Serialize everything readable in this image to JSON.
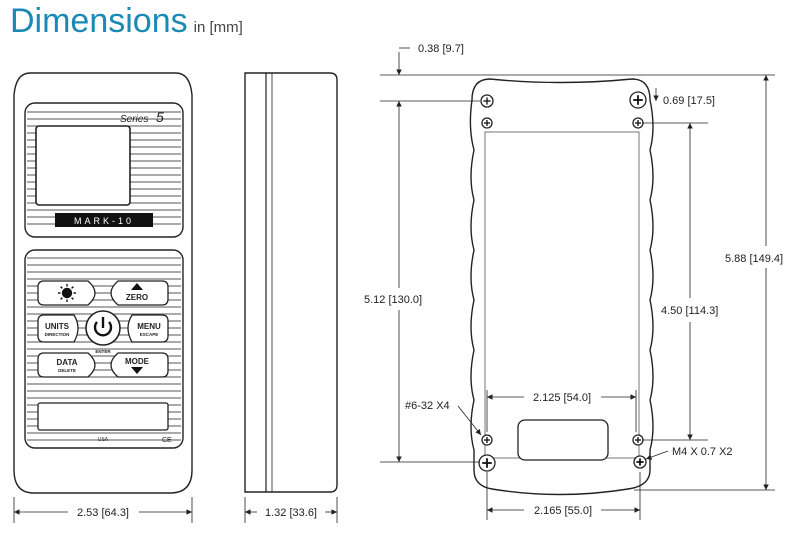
{
  "title": {
    "main": "Dimensions",
    "unit": "in [mm]"
  },
  "gauge": {
    "series_label": "Series",
    "series_number": "5",
    "brand": "MARK-10",
    "country": "USA",
    "ce_mark": "CE",
    "buttons": {
      "zero": "ZERO",
      "units": "UNITS",
      "units_sub": "DIRECTION",
      "menu": "MENU",
      "menu_sub": "ESCAPE",
      "enter": "ENTER",
      "data": "DATA",
      "data_sub": "DELETE",
      "mode": "MODE"
    }
  },
  "dimensions": {
    "front_width": "2.53 [64.3]",
    "side_depth": "1.32 [33.6]",
    "top_offset": "0.38 [9.7]",
    "screw_offset": "0.69 [17.5]",
    "overall_height": "5.88 [149.4]",
    "hole_vertical_left": "5.12 [130.0]",
    "hole_vertical_right": "4.50 [114.3]",
    "hole_spacing_top": "2.125 [54.0]",
    "hole_spacing_bottom": "2.165 [55.0]",
    "thread_small": "#6-32 X4",
    "thread_metric": "M4 X 0.7 X2"
  }
}
